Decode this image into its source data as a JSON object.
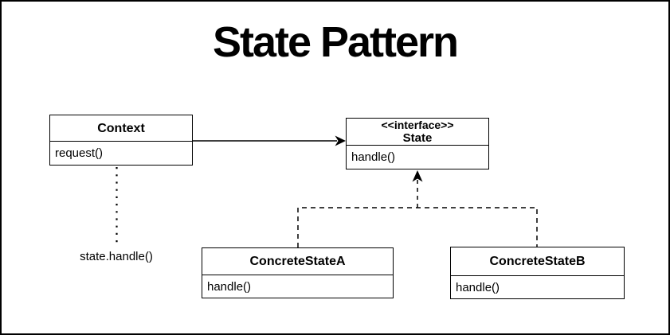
{
  "title": "State Pattern",
  "colors": {
    "line": "#000000",
    "background": "#ffffff"
  },
  "diagram": {
    "classes": [
      {
        "id": "context",
        "name": "Context",
        "methods": [
          "request()"
        ]
      },
      {
        "id": "state",
        "stereotype": "<<interface>>",
        "name": "State",
        "methods": [
          "handle()"
        ]
      },
      {
        "id": "concrete-state-a",
        "name": "ConcreteStateA",
        "methods": [
          "handle()"
        ]
      },
      {
        "id": "concrete-state-b",
        "name": "ConcreteStateB",
        "methods": [
          "handle()"
        ]
      }
    ],
    "note": "state.handle()",
    "relationships": [
      {
        "type": "association",
        "from": "Context",
        "to": "State",
        "line": "solid-arrow"
      },
      {
        "type": "realization",
        "from": "ConcreteStateA",
        "to": "State",
        "line": "dashed-arrow"
      },
      {
        "type": "realization",
        "from": "ConcreteStateB",
        "to": "State",
        "line": "dashed-arrow"
      },
      {
        "type": "delegation-note",
        "from": "Context",
        "to": "state.handle()",
        "line": "dotted"
      }
    ]
  }
}
